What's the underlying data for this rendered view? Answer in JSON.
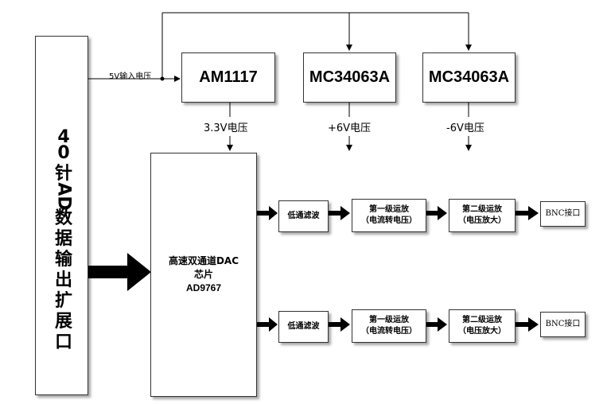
{
  "connector": {
    "label_chars": [
      "4",
      "0",
      "针",
      "AD",
      "数",
      "据",
      "输",
      "出",
      "扩",
      "展",
      "口"
    ]
  },
  "input_label": "5V输入电压",
  "regulators": [
    {
      "name": "AM1117",
      "output": "3.3V电压"
    },
    {
      "name": "MC34063A",
      "output": "+6V电压"
    },
    {
      "name": "MC34063A",
      "output": "-6V电压"
    }
  ],
  "dac": {
    "line1": "高速双通道DAC",
    "line2": "芯片",
    "line3": "AD9767"
  },
  "channels": [
    {
      "filter": "低通滤波",
      "amp1_line1": "第一级运放",
      "amp1_line2": "（电流转电压）",
      "amp2_line1": "第二级运放",
      "amp2_line2": "（电压放大）",
      "output": "BNC接口"
    },
    {
      "filter": "低通滤波",
      "amp1_line1": "第一级运放",
      "amp1_line2": "（电流转电压）",
      "amp2_line1": "第二级运放",
      "amp2_line2": "（电压放大）",
      "output": "BNC接口"
    }
  ]
}
